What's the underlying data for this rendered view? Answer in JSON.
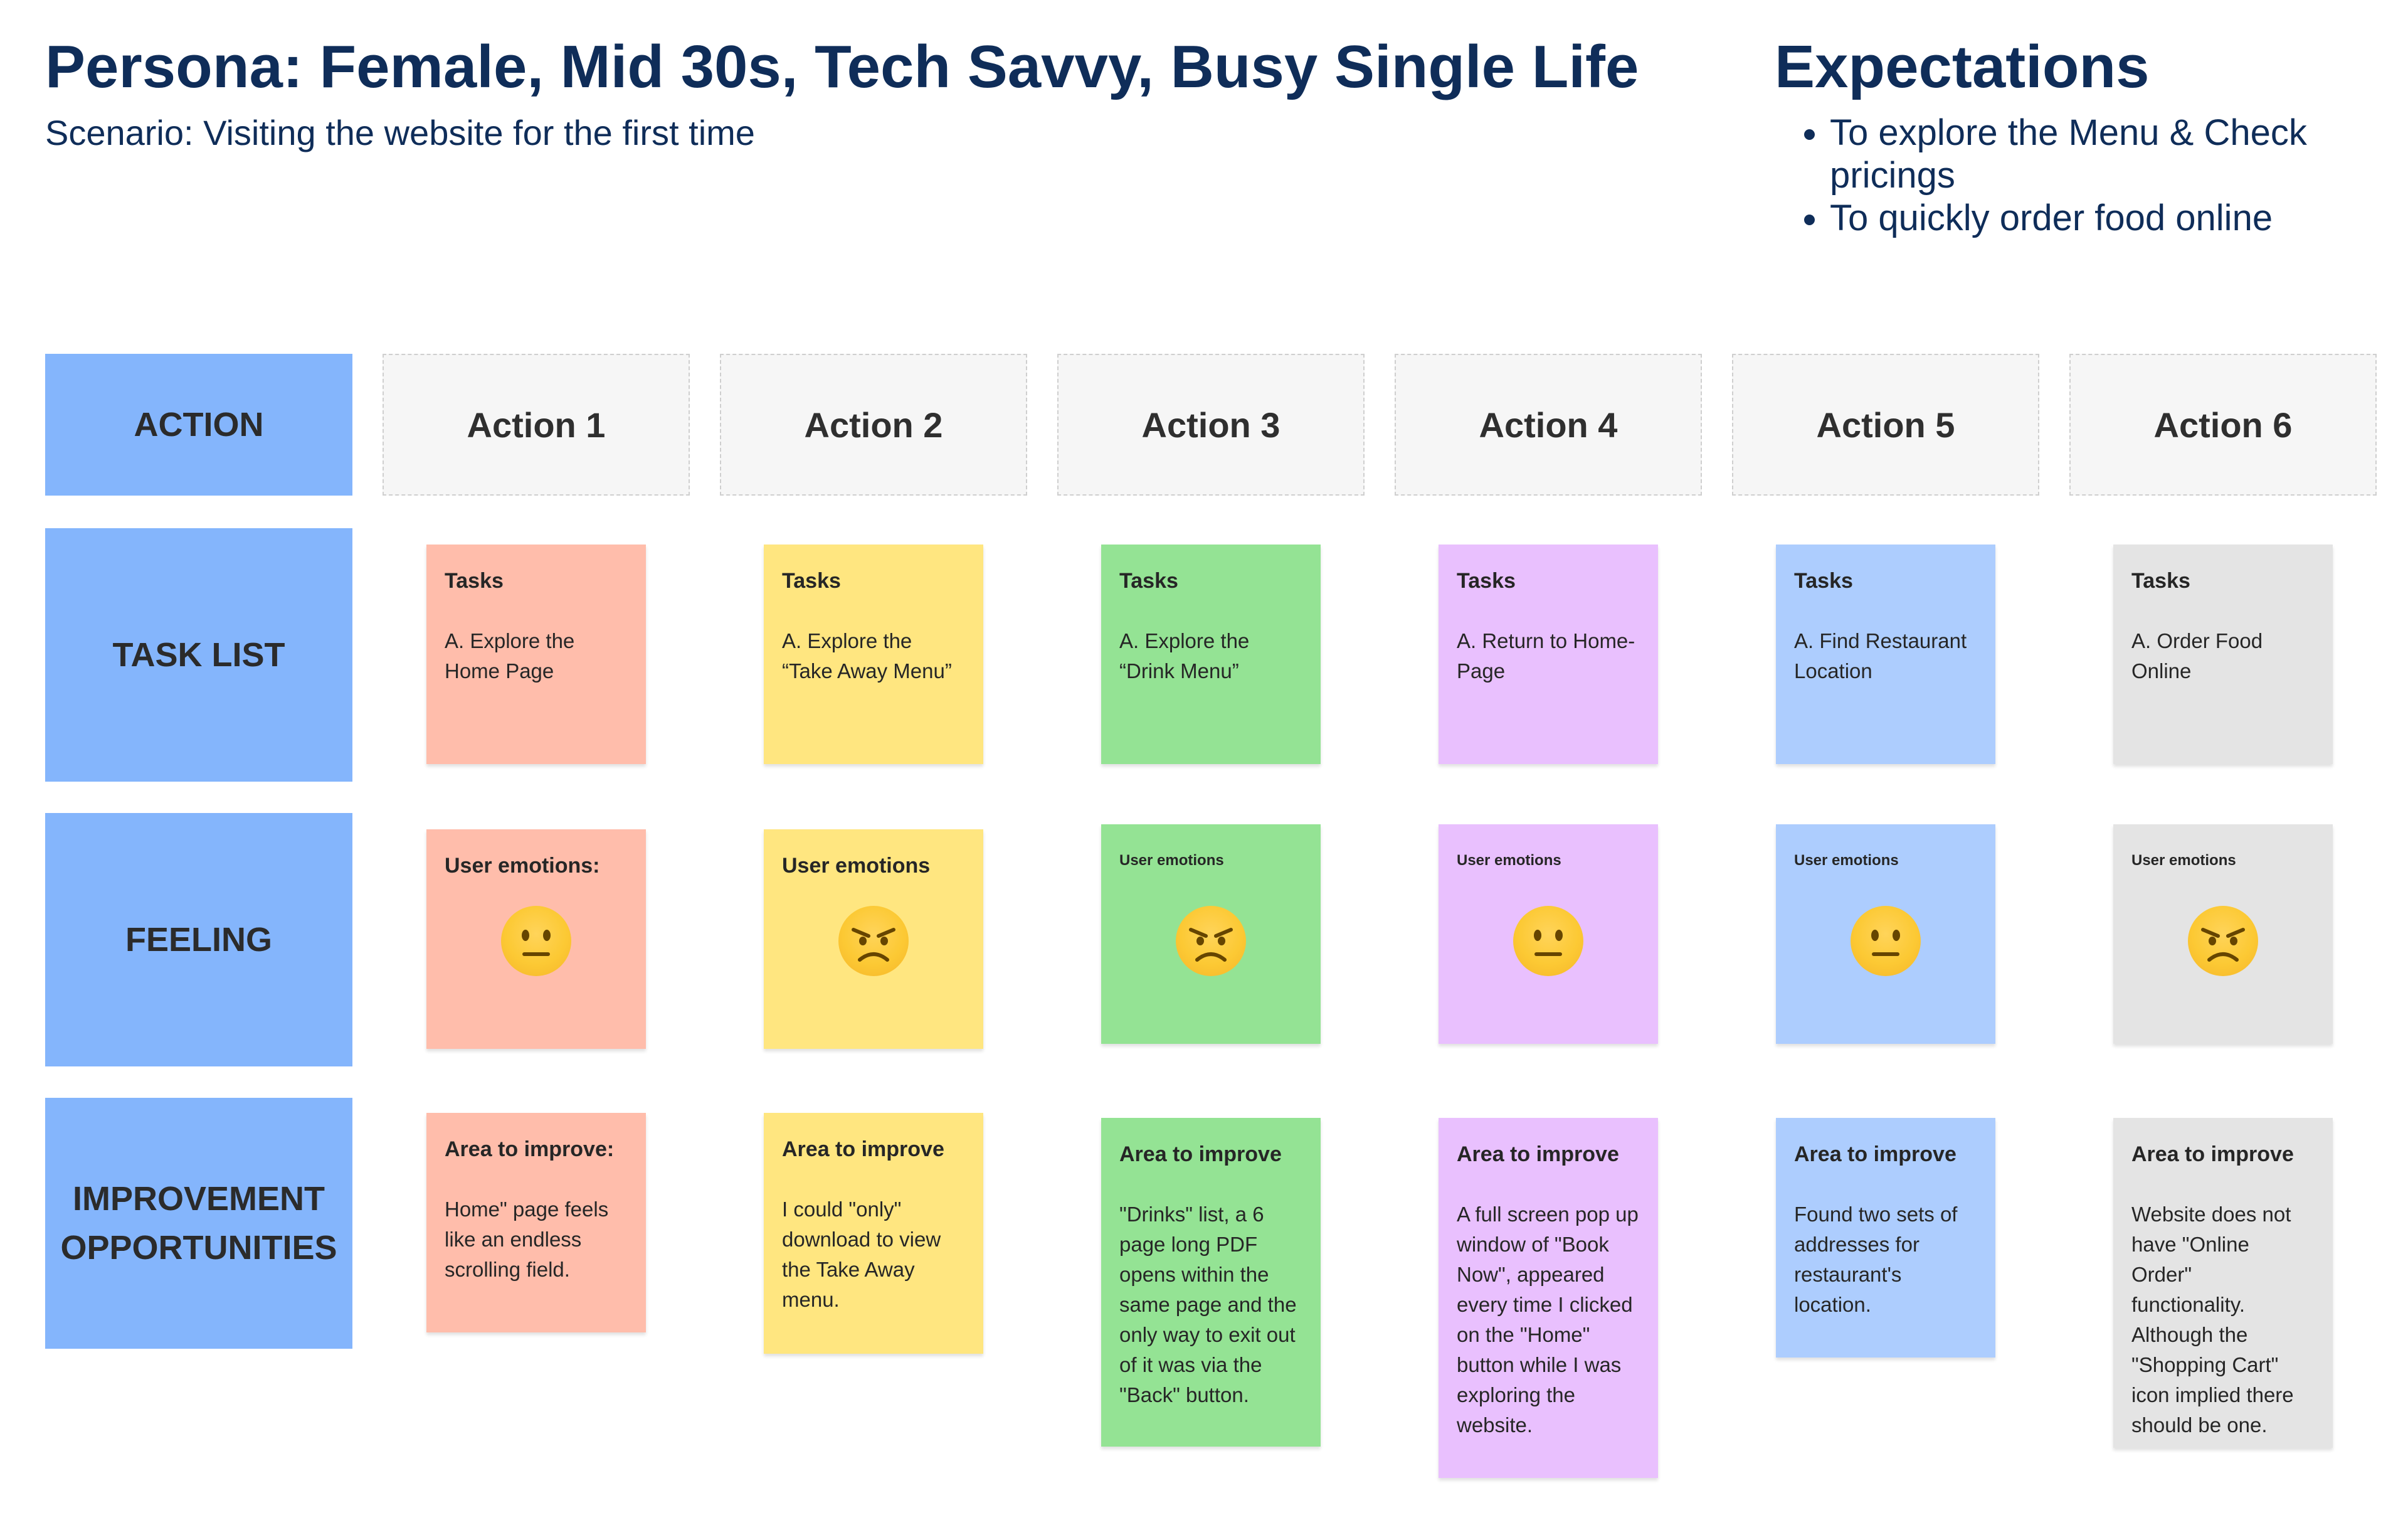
{
  "header": {
    "title": "Persona: Female, Mid 30s, Tech Savvy, Busy Single Life",
    "scenario": "Scenario: Visiting the website for the first time"
  },
  "expectations": {
    "title": "Expectations",
    "items": [
      "To explore the Menu & Check pricings",
      "To quickly order food online"
    ]
  },
  "rows": {
    "action": "ACTION",
    "task_list": "TASK LIST",
    "feeling": "FEELING",
    "improvement": "IMPROVEMENT\nOPPORTUNITIES"
  },
  "actions": [
    {
      "label": "Action 1",
      "color": "#ffbdab",
      "task_title": "Tasks",
      "task": "A. Explore the\nHome Page",
      "emotion_title": "User emotions:",
      "emotion": "neutral-face-icon",
      "improve_title": "Area to improve:",
      "improve": "Home\" page feels\nlike an endless\nscrolling field."
    },
    {
      "label": "Action 2",
      "color": "#ffe680",
      "task_title": "Tasks",
      "task": "A. Explore the\n“Take Away Menu”",
      "emotion_title": "User emotions",
      "emotion": "angry-face-icon",
      "improve_title": "Area to improve",
      "improve": "I could \"only\"\ndownload to view\nthe Take Away\nmenu."
    },
    {
      "label": "Action 3",
      "color": "#94e394",
      "task_title": "Tasks",
      "task": "A. Explore the\n“Drink Menu”",
      "emotion_title": "User emotions",
      "emotion": "angry-face-icon",
      "improve_title": "Area to improve",
      "improve": "\"Drinks\" list, a 6\npage long PDF\nopens within the\nsame page and the\nonly way to exit out\nof it was via the\n\"Back\" button."
    },
    {
      "label": "Action 4",
      "color": "#e9c0fe",
      "task_title": "Tasks",
      "task": "A. Return to Home-\nPage",
      "emotion_title": "User emotions",
      "emotion": "neutral-face-icon",
      "improve_title": "Area to improve",
      "improve": "A full screen pop up\nwindow of \"Book\nNow\", appeared\nevery time I clicked\non the \"Home\"\nbutton while I was\nexploring the\nwebsite."
    },
    {
      "label": "Action 5",
      "color": "#adcdfe",
      "task_title": "Tasks",
      "task": "A. Find Restaurant\nLocation",
      "emotion_title": "User emotions",
      "emotion": "neutral-face-icon",
      "improve_title": "Area to improve",
      "improve": "Found two sets of\naddresses for\nrestaurant's\nlocation."
    },
    {
      "label": "Action 6",
      "color": "#e4e4e4",
      "task_title": "Tasks",
      "task": "A. Order Food\nOnline",
      "emotion_title": "User emotions",
      "emotion": "angry-face-icon",
      "improve_title": "Area to improve",
      "improve": "Website does not\nhave \"Online Order\"\nfunctionality.\nAlthough the\n\"Shopping Cart\"\nicon implied there\nshould be one."
    }
  ]
}
